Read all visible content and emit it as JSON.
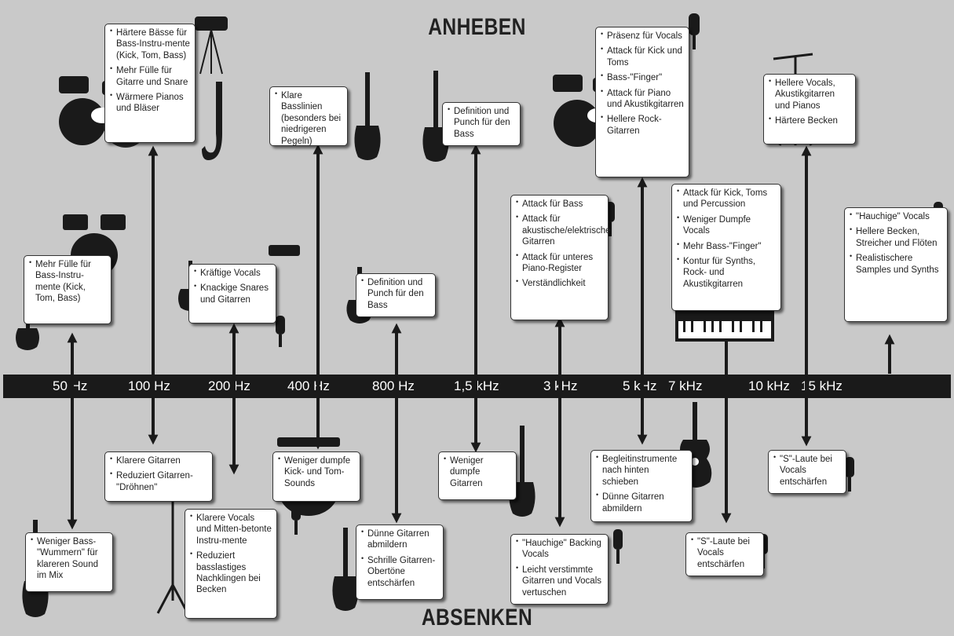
{
  "title_top": "ANHEBEN",
  "title_bottom": "ABSENKEN",
  "frequencies": [
    "50 Hz",
    "100 Hz",
    "200 Hz",
    "400 Hz",
    "800 Hz",
    "1,5 kHz",
    "3 kHz",
    "5 kHz",
    "7 kHz",
    "10 kHz",
    "15 kHz"
  ],
  "boost_boxes": [
    [
      "Härtere Bässe für Bass-Instru-mente (Kick, Tom, Bass)",
      "Mehr Fülle für Gitarre und Snare",
      "Wärmere Pianos und Bläser"
    ],
    [
      "Klare Basslinien (besonders bei niedrigeren Pegeln)"
    ],
    [
      "Definition und Punch für den Bass"
    ],
    [
      "Präsenz für Vocals",
      "Attack für Kick und Toms",
      "Bass-\"Finger\"",
      "Attack für Piano und Akustikgitarren",
      "Hellere Rock-Gitarren"
    ],
    [
      "Hellere Vocals, Akustikgitarren und Pianos",
      "Härtere Becken"
    ],
    [
      "Mehr Fülle für Bass-Instru-mente (Kick, Tom, Bass)"
    ],
    [
      "Kräftige Vocals",
      "Knackige Snares und Gitarren"
    ],
    [
      "Definition und Punch für den Bass"
    ],
    [
      "Attack für Bass",
      "Attack für akustische/elektrische Gitarren",
      "Attack für unteres Piano-Register",
      "Verständlichkeit"
    ],
    [
      "Attack für Kick, Toms und Percussion",
      "Weniger Dumpfe Vocals",
      "Mehr Bass-\"Finger\"",
      "Kontur für Synths, Rock- und Akustikgitarren"
    ],
    [
      "\"Hauchige\" Vocals",
      "Hellere Becken, Streicher und Flöten",
      "Realistischere Samples und Synths"
    ]
  ],
  "cut_boxes": [
    [
      "Klarere Gitarren",
      "Reduziert Gitarren-\"Dröhnen\""
    ],
    [
      "Weniger dumpfe Kick- und Tom-Sounds"
    ],
    [
      "Weniger dumpfe Gitarren"
    ],
    [
      "Begleitinstrumente nach hinten schieben",
      "Dünne Gitarren abmildern"
    ],
    [
      "\"S\"-Laute bei Vocals entschärfen"
    ],
    [
      "Weniger Bass-\"Wummern\" für klareren Sound im Mix"
    ],
    [
      "Klarere Vocals und Mitten-betonte Instru-mente",
      "Reduziert basslastiges Nachklingen bei Becken"
    ],
    [
      "Dünne Gitarren abmildern",
      "Schrille Gitarren-Obertöne entschärfen"
    ],
    [
      "\"Hauchige\" Backing Vocals",
      "Leicht verstimmte Gitarren und Vocals vertuschen"
    ],
    [
      "\"S\"-Laute bei Vocals entschärfen"
    ]
  ],
  "icons": [
    "drum-kit-icon",
    "bass-guitar-icon",
    "electric-guitar-icon",
    "acoustic-guitar-icon",
    "saxophone-icon",
    "cymbal-icon",
    "microphone-icon",
    "keyboard-icon",
    "mic-stand-icon"
  ]
}
